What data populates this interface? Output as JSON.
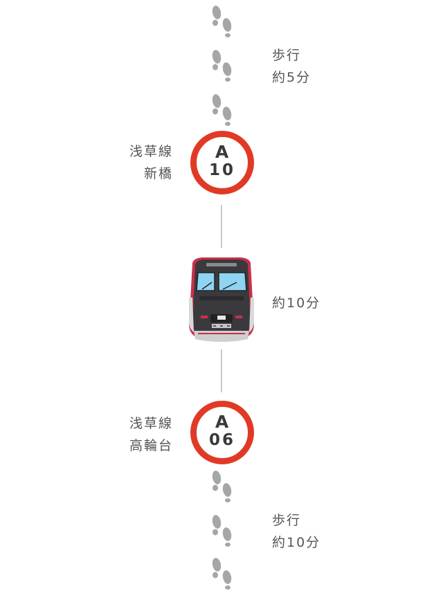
{
  "segments": {
    "walk_top": {
      "line1": "歩行",
      "line2": "約5分"
    },
    "station_top": {
      "line_name": "浅草線",
      "station_name": "新橋",
      "line_code": "A",
      "number": "10"
    },
    "train": {
      "duration": "約10分"
    },
    "station_bottom": {
      "line_name": "浅草線",
      "station_name": "高輪台",
      "line_code": "A",
      "number": "06"
    },
    "walk_bottom": {
      "line1": "歩行",
      "line2": "約10分"
    }
  },
  "colors": {
    "station_ring": "#e03a26",
    "footprint": "#a6a6a6",
    "connector": "#c8c8c8",
    "text": "#555555",
    "train_accent": "#c9304a"
  },
  "icons": {
    "walk": "footprints-icon",
    "train": "train-front-icon"
  }
}
